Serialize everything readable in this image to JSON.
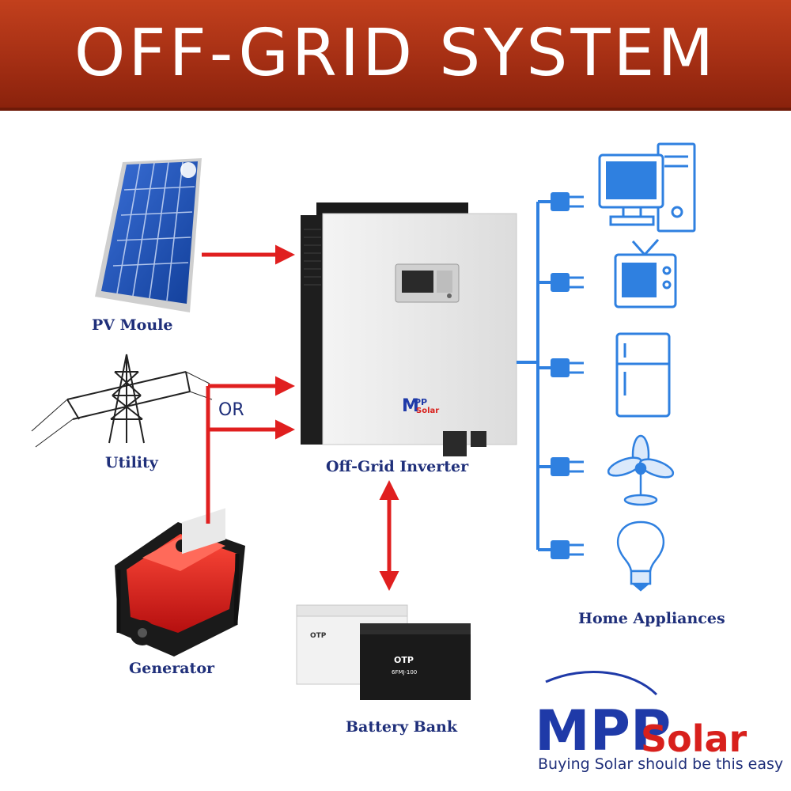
{
  "header": {
    "title": "OFF-GRID SYSTEM"
  },
  "components": {
    "pv_module": "PV Moule",
    "utility": "Utility",
    "or_text": "OR",
    "generator": "Generator",
    "inverter": "Off-Grid Inverter",
    "battery": "Battery Bank",
    "appliances": "Home Appliances"
  },
  "appliance_icons": [
    "desktop-computer-icon",
    "television-icon",
    "refrigerator-icon",
    "fan-icon",
    "light-bulb-icon"
  ],
  "inverter_logo": {
    "text_m": "M",
    "text_pp": "PP",
    "text_solar": "Solar"
  },
  "battery_labels": {
    "brand": "OTP",
    "model": "6FMJ-100"
  },
  "logo": {
    "mark": "MPP",
    "word": "Solar",
    "tagline": "Buying Solar should be this easy"
  },
  "colors": {
    "banner": "#a52f14",
    "arrow_red": "#e01f1f",
    "bus_blue": "#2f80e0",
    "label_navy": "#1f2f7a",
    "logo_blue": "#1f3aa8",
    "logo_red": "#d8201c"
  }
}
